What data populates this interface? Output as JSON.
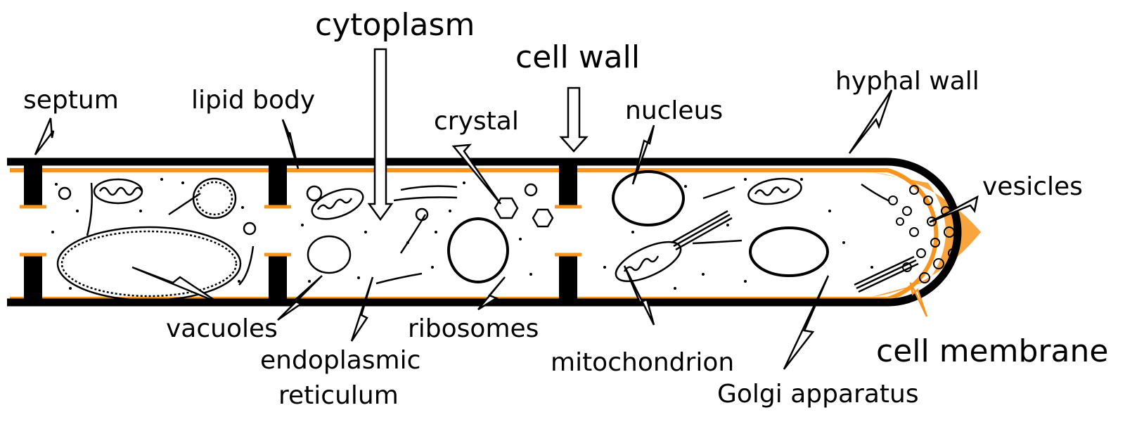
{
  "colors": {
    "wall": "#000000",
    "membrane": "#f7941d",
    "background": "#ffffff"
  },
  "labels": {
    "cytoplasm": "cytoplasm",
    "cell_wall": "cell wall",
    "septum": "septum",
    "lipid_body": "lipid body",
    "crystal": "crystal",
    "nucleus": "nucleus",
    "hyphal_wall": "hyphal wall",
    "vesicles": "vesicles",
    "vacuoles": "vacuoles",
    "endoplasmic": "endoplasmic",
    "reticulum": "reticulum",
    "ribosomes": "ribosomes",
    "mitochondrion": "mitochondrion",
    "golgi": "Golgi apparatus",
    "cell_membrane": "cell membrane"
  }
}
